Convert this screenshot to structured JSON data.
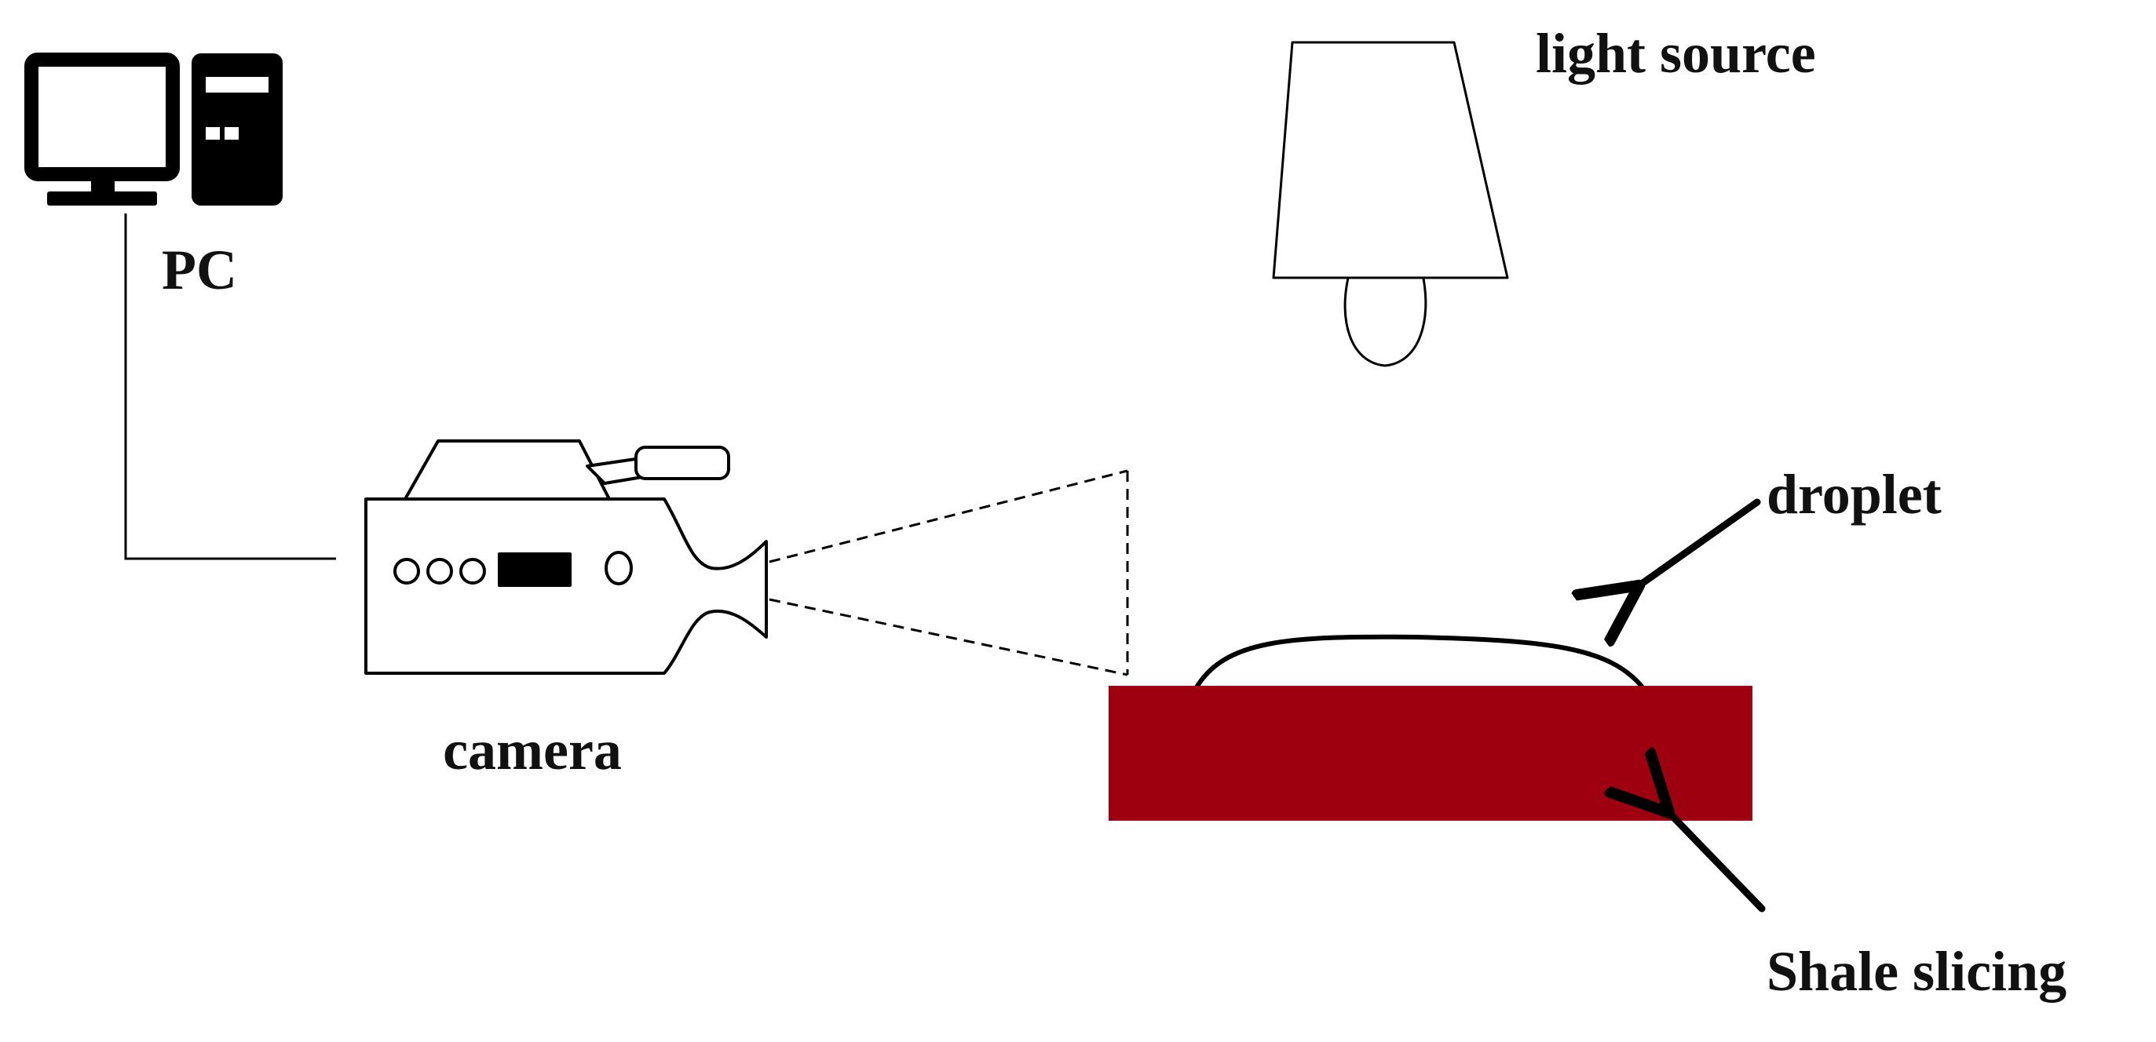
{
  "labels": {
    "pc": "PC",
    "camera": "camera",
    "light_source": "light source",
    "droplet": "droplet",
    "shale_slicing": "Shale slicing"
  },
  "icons": {
    "computer": "computer-icon",
    "camera": "video-camera-icon",
    "lamp": "lamp-icon"
  },
  "colors": {
    "shale_slice": "#9E0010",
    "stroke": "#000000",
    "text": "#111111",
    "background": "#FFFFFF"
  }
}
